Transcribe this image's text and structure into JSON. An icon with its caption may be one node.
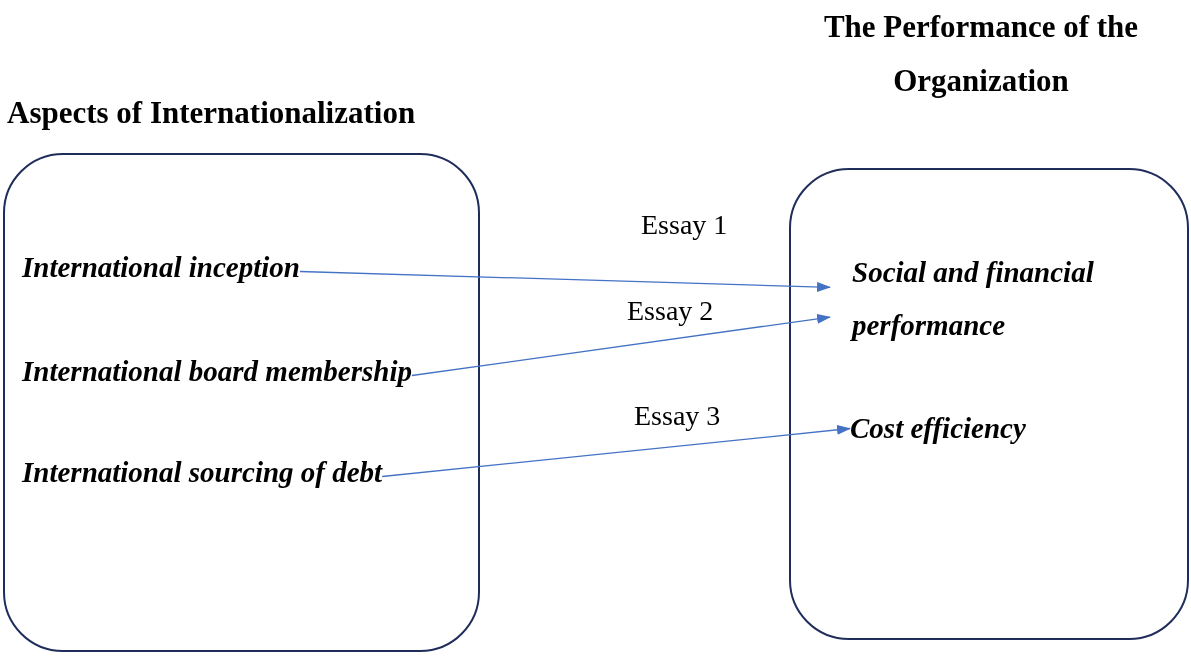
{
  "diagram": {
    "nodes": [
      {
        "text": [
          "Aspects of Internationalization"
        ]
      },
      {
        "text": [
          "International inception"
        ],
        "in": 0
      },
      {
        "text": [
          "International board membership"
        ],
        "in": 0
      },
      {
        "text": [
          "International sourcing of debt"
        ],
        "in": 0
      },
      {
        "text": [
          "The Performance of the Organization"
        ]
      },
      {
        "text": [
          "Social and financial performance"
        ],
        "in": 4
      },
      {
        "text": [
          "Cost efficiency"
        ],
        "in": 4
      }
    ],
    "edges": [
      {
        "from": 1,
        "to": 5,
        "arrow": "to",
        "label": "Essay 1"
      },
      {
        "from": 2,
        "to": 5,
        "arrow": "to",
        "label": "Essay 2"
      },
      {
        "from": 3,
        "to": 6,
        "arrow": "to",
        "label": "Essay 3"
      }
    ]
  }
}
